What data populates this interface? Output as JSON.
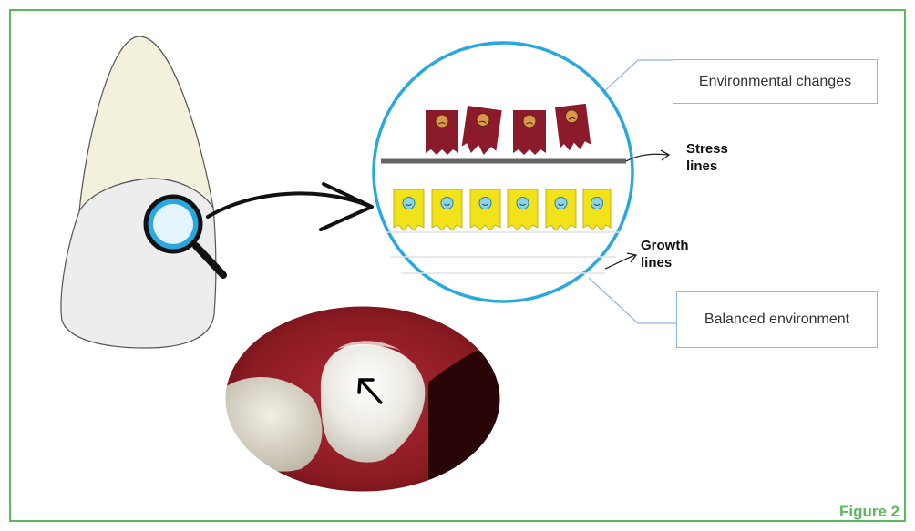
{
  "labels": {
    "environmental_changes": "Environmental changes",
    "balanced_environment": "Balanced environment",
    "stress_lines_1": "Stress",
    "stress_lines_2": "lines",
    "growth_lines_1": "Growth",
    "growth_lines_2": "lines",
    "figure": "Figure 2"
  },
  "colors": {
    "frame": "#5cb85c",
    "circle": "#29a8e0",
    "stressed_cell": "#8b1a2b",
    "healthy_cell": "#f2e21a",
    "stress_line": "#666666"
  },
  "cells": {
    "stressed_count": 4,
    "healthy_count": 6
  },
  "icons": [
    "tooth-crown-icon",
    "magnifier-icon",
    "sad-face-icon",
    "happy-face-icon",
    "arrow-icon"
  ]
}
